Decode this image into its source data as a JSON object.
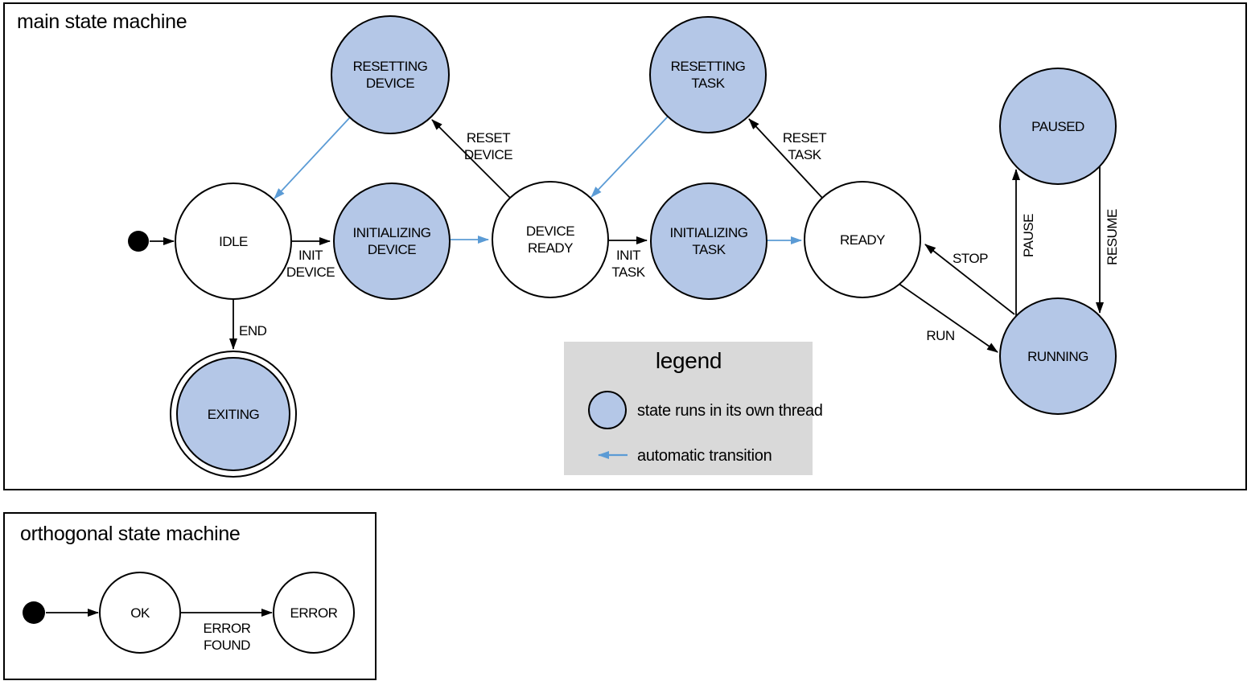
{
  "colors": {
    "threaded_state_fill": "#b4c7e7",
    "normal_state_fill": "#ffffff",
    "stroke": "#000000",
    "automatic_transition": "#5b9bd5",
    "legend_background": "#d9d9d9",
    "initial_dot": "#000000"
  },
  "main_machine": {
    "title": "main state machine",
    "states": {
      "idle": {
        "label": "IDLE",
        "threaded": false
      },
      "initializing_device": {
        "line1": "INITIALIZING",
        "line2": "DEVICE",
        "threaded": true
      },
      "device_ready": {
        "line1": "DEVICE",
        "line2": "READY",
        "threaded": false
      },
      "initializing_task": {
        "line1": "INITIALIZING",
        "line2": "TASK",
        "threaded": true
      },
      "ready": {
        "label": "READY",
        "threaded": false
      },
      "resetting_device": {
        "line1": "RESETTING",
        "line2": "DEVICE",
        "threaded": true
      },
      "resetting_task": {
        "line1": "RESETTING",
        "line2": "TASK",
        "threaded": true
      },
      "paused": {
        "label": "PAUSED",
        "threaded": true
      },
      "running": {
        "label": "RUNNING",
        "threaded": true
      },
      "exiting": {
        "label": "EXITING",
        "threaded": true,
        "final": true
      }
    },
    "transitions": {
      "init_device": {
        "line1": "INIT",
        "line2": "DEVICE"
      },
      "init_task": {
        "line1": "INIT",
        "line2": "TASK"
      },
      "reset_device": {
        "line1": "RESET",
        "line2": "DEVICE"
      },
      "reset_task": {
        "line1": "RESET",
        "line2": "TASK"
      },
      "end": {
        "label": "END"
      },
      "run": {
        "label": "RUN"
      },
      "stop": {
        "label": "STOP"
      },
      "pause": {
        "label": "PAUSE"
      },
      "resume": {
        "label": "RESUME"
      }
    }
  },
  "legend": {
    "title": "legend",
    "items": {
      "threaded": {
        "symbol": "threaded-state-circle",
        "label": "state runs in its own thread"
      },
      "automatic": {
        "symbol": "automatic-transition-arrow",
        "label": "automatic transition"
      }
    }
  },
  "orthogonal_machine": {
    "title": "orthogonal state machine",
    "states": {
      "ok": {
        "label": "OK"
      },
      "error": {
        "label": "ERROR"
      }
    },
    "transitions": {
      "error_found": {
        "line1": "ERROR",
        "line2": "FOUND"
      }
    }
  }
}
